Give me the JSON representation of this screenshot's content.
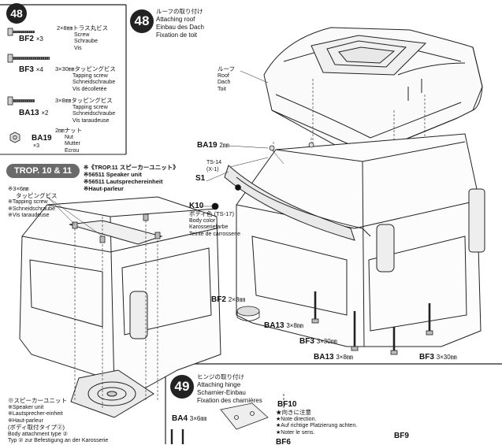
{
  "steps": {
    "s48": {
      "number": "48",
      "title": [
        "ルーフの取り付け",
        "Attaching roof",
        "Einbau des Dach",
        "Fixation de toit"
      ],
      "roof_label": [
        "ルーフ",
        "Roof",
        "Dach",
        "Toit"
      ],
      "ba19": "BA19",
      "ba19_size": "2㎜",
      "ts14": "TS-14",
      "ts14_qty": "(X-1)",
      "s1": "S1",
      "k10": "K10",
      "k10_text": [
        "ボディ色 (TS-17)",
        "Body color",
        "Karosseriefarbe",
        "Teinte de carrosserie"
      ],
      "bf2": "BF2",
      "bf2_size": "2×8㎜",
      "ba13": "BA13",
      "ba13_size": "3×8㎜",
      "bf3a": "BF3",
      "bf3a_size": "3×30㎜",
      "ba13b": "BA13",
      "ba13b_size": "3×8㎜",
      "bf3b": "BF3",
      "bf3b_size": "3×30㎜"
    },
    "s49": {
      "number": "49",
      "title": [
        "ヒンジの取り付け",
        "Attaching hinge",
        "Scharnier-Einbau",
        "Fixation des charnières"
      ],
      "ba4": "BA4",
      "ba4_size": "3×6㎜",
      "bf10": "BF10",
      "bf10_text": [
        "★向きに注意",
        "★Note direction.",
        "★Auf richtige Platzierung achten.",
        "★Noter le sens."
      ],
      "bf9": "BF9",
      "bf_partial": "BF6"
    }
  },
  "parts": [
    {
      "code": "BF2",
      "qty": "×3",
      "lines": [
        "2×8㎜トラス丸ビス",
        "Screw",
        "Schraube",
        "Vis"
      ]
    },
    {
      "code": "BF3",
      "qty": "×4",
      "lines": [
        "3×30㎜タッピングビス",
        "Tapping screw",
        "Schneidschraube",
        "Vis décolletée"
      ]
    },
    {
      "code": "BA13",
      "qty": "×2",
      "lines": [
        "3×8㎜タッピングビス",
        "Tapping screw",
        "Schneidschraube",
        "Vis taraudeuse"
      ]
    },
    {
      "code": "BA19",
      "qty": "×3",
      "lines": [
        "2㎜ナット",
        "Nut",
        "Mutter",
        "Ecrou"
      ]
    }
  ],
  "trop": {
    "pill": "TROP. 10 & 11",
    "speaker_lines": [
      "※《TROP.11 スピーカーユニット》",
      "※56511 Speaker unit",
      "※56511 Lautsprechereinheit",
      "※Haut-parleur"
    ],
    "screw_lines": [
      "※3×6㎜",
      "タッピングビス",
      "※Tapping screw",
      "※Schneidschraube",
      "※Vis taraudeuse"
    ],
    "bottom_lines": [
      "※スピーカーユニット",
      "※Speaker unit",
      "※Lautsprecher-einheit",
      "※Haut-parleur",
      "(ボディ取付タイプ②)",
      "Body attachment type ②",
      "Typ ② zur Befestigung an der Karosserie"
    ]
  }
}
